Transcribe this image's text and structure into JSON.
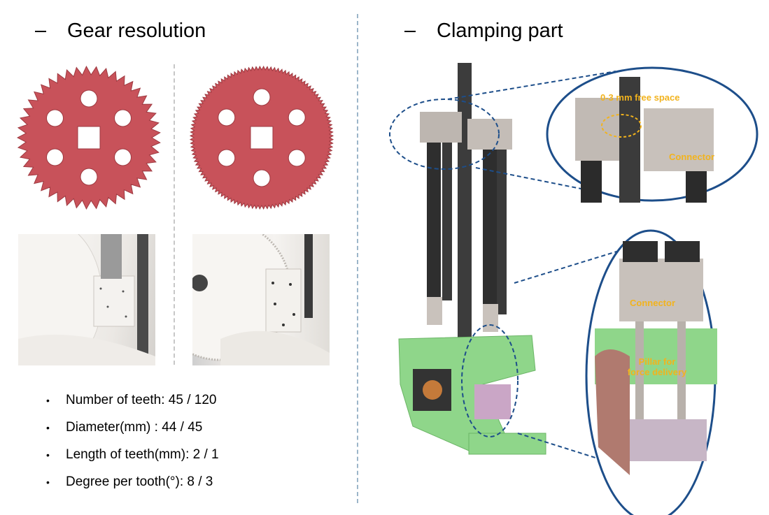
{
  "left_heading": "Gear resolution",
  "right_heading": "Clamping part",
  "bullets": [
    "Number of teeth: 45 / 120",
    "Diameter(mm) : 44  / 45",
    "Length of teeth(mm):  2 / 1",
    "Degree per tooth(°): 8 / 3"
  ],
  "callouts": {
    "free_space": "0-3 mm free space",
    "connector_top": "Connector",
    "connector_bottom": "Connector",
    "pillar_line1": "Pillar for",
    "pillar_line2": "force delivery"
  },
  "colors": {
    "gear": "#c8525a",
    "gear_dark": "#9e3a41",
    "frame_green": "#8fd68a",
    "callout_border": "#1d4e8a",
    "callout_text": "#f2b31d"
  }
}
